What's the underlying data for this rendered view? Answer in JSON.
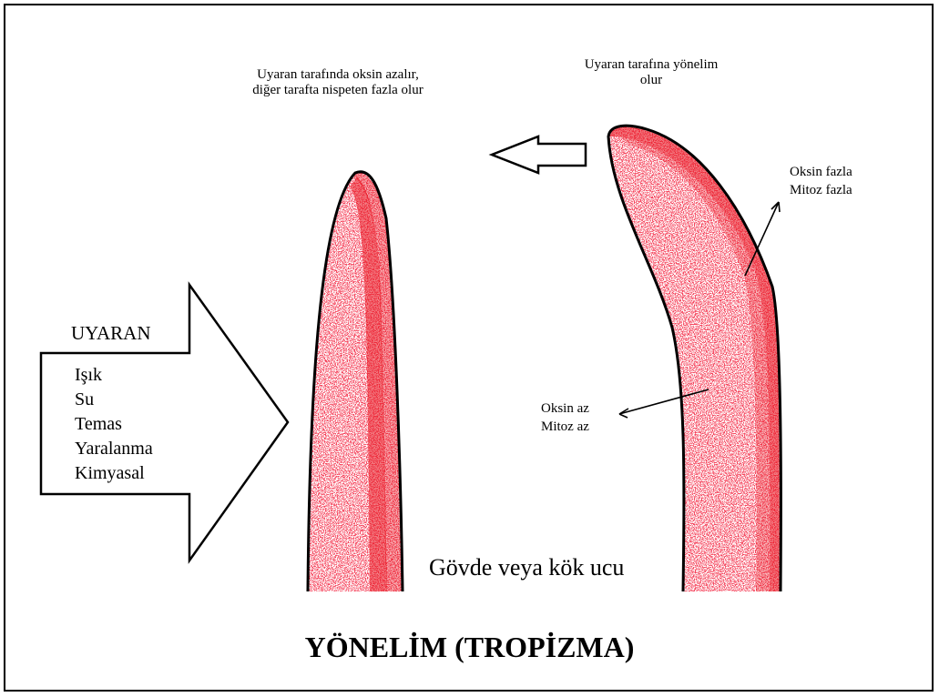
{
  "stimulus": {
    "title": "UYARAN",
    "items": [
      "Işık",
      "Su",
      "Temas",
      "Yaralanma",
      "Kimyasal"
    ]
  },
  "labels": {
    "left_note": "Uyaran tarafında oksin azalır, diğer tarafta nispeten fazla olur",
    "right_note": "Uyaran tarafına yönelim olur",
    "auxin_high": [
      "Oksin fazla",
      "Mitoz fazla"
    ],
    "auxin_low": [
      "Oksin az",
      "Mitoz az"
    ],
    "stem_caption": "Gövde veya kök ucu"
  },
  "title": "YÖNELİM (TROPİZMA)",
  "colors": {
    "auxin": "#e8101c",
    "outline": "#000000",
    "background": "#ffffff"
  }
}
